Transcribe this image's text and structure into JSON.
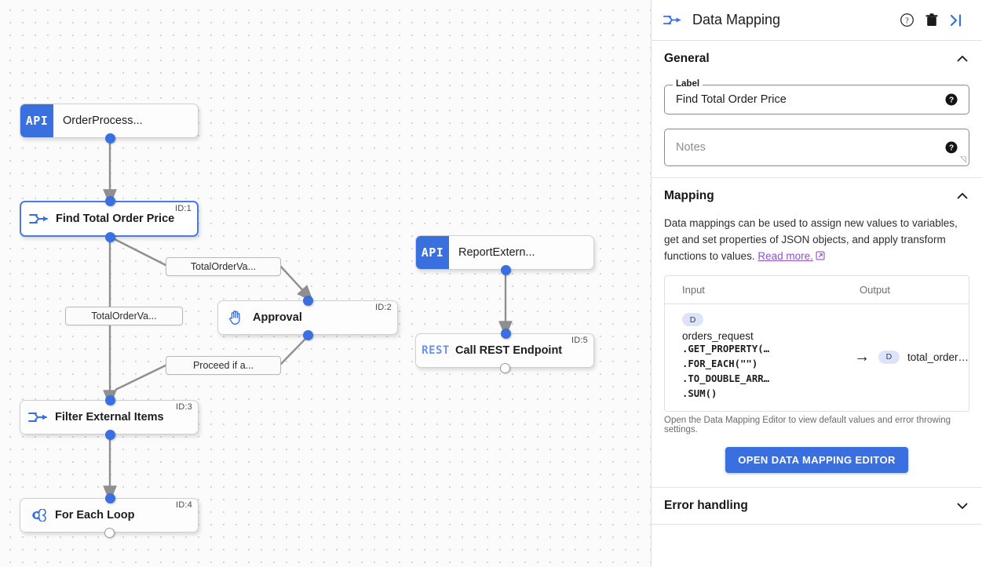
{
  "canvas": {
    "nodes": [
      {
        "id": "n0",
        "type": "api",
        "badge": "API",
        "label": "OrderProcess...",
        "idtag": ""
      },
      {
        "id": "n1",
        "type": "mapping",
        "icon": "data-mapping-icon",
        "label": "Find Total Order Price",
        "idtag": "ID:1"
      },
      {
        "id": "n2",
        "type": "approval",
        "icon": "hand-icon",
        "label": "Approval",
        "idtag": "ID:2"
      },
      {
        "id": "n3",
        "type": "mapping",
        "icon": "data-mapping-icon",
        "label": "Filter External Items",
        "idtag": "ID:3"
      },
      {
        "id": "n4",
        "type": "loop",
        "icon": "loop-icon",
        "label": "For Each Loop",
        "idtag": "ID:4"
      },
      {
        "id": "n5",
        "type": "api",
        "badge": "API",
        "label": "ReportExtern...",
        "idtag": ""
      },
      {
        "id": "n6",
        "type": "rest",
        "badge": "REST",
        "label": "Call REST Endpoint",
        "idtag": "ID:5"
      }
    ],
    "edge_labels": [
      {
        "id": "e1",
        "text": "TotalOrderVa..."
      },
      {
        "id": "e2",
        "text": "TotalOrderVa..."
      },
      {
        "id": "e3",
        "text": "Proceed if a..."
      }
    ]
  },
  "panel": {
    "title": "Data Mapping",
    "header_icons": {
      "type": "data-mapping-icon",
      "help": "help-icon",
      "delete": "trash-icon",
      "collapse": "collapse-panel-icon"
    },
    "general": {
      "title": "General",
      "label_legend": "Label",
      "label_value": "Find Total Order Price",
      "notes_placeholder": "Notes"
    },
    "mapping": {
      "title": "Mapping",
      "description": "Data mappings can be used to assign new values to variables, get and set properties of JSON objects, and apply transform functions to values.",
      "read_more": "Read more.",
      "columns": {
        "input": "Input",
        "output": "Output"
      },
      "rows": [
        {
          "input_chip": "D",
          "input_var": "orders_request",
          "input_expr": [
            ".GET_PROPERTY(…",
            ".FOR_EACH(\"\")",
            ".TO_DOUBLE_ARR…",
            ".SUM()"
          ],
          "arrow": "→",
          "output_chip": "D",
          "output_var": "total_order…"
        }
      ],
      "hint": "Open the Data Mapping Editor to view default values and error throwing settings.",
      "button": "OPEN DATA MAPPING EDITOR"
    },
    "error_handling": {
      "title": "Error handling"
    }
  },
  "colors": {
    "accent_blue": "#3a6fe0",
    "link_purple": "#8e52c8",
    "canvas_bg": "#fbfbfb"
  }
}
